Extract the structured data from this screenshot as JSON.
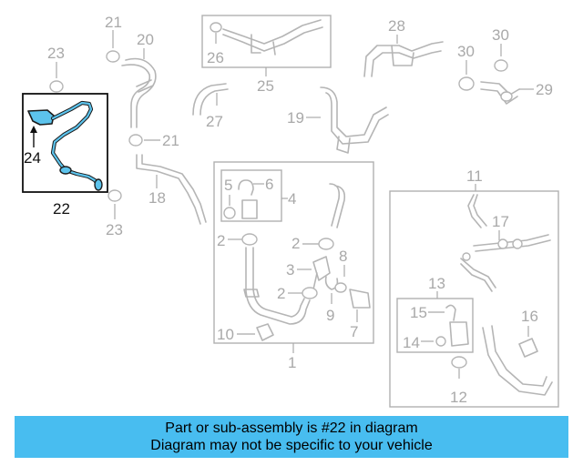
{
  "callouts": {
    "c1": "1",
    "c2a": "2",
    "c2b": "2",
    "c2c": "2",
    "c3": "3",
    "c4": "4",
    "c5": "5",
    "c6": "6",
    "c7": "7",
    "c8": "8",
    "c9": "9",
    "c10": "10",
    "c11": "11",
    "c12": "12",
    "c13": "13",
    "c14": "14",
    "c15": "15",
    "c16": "16",
    "c17": "17",
    "c18": "18",
    "c19": "19",
    "c20": "20",
    "c21a": "21",
    "c21b": "21",
    "c22": "22",
    "c23a": "23",
    "c23b": "23",
    "c24": "24",
    "c25": "25",
    "c26": "26",
    "c27": "27",
    "c28": "28",
    "c29": "29",
    "c30": "30"
  },
  "highlight": {
    "part_number": "22",
    "colors": {
      "accent": "#48bdf0",
      "pipe": "#5cc3ec"
    }
  },
  "banner": {
    "line1": "Part or sub-assembly is #22 in diagram",
    "line2": "Diagram may not be specific to your vehicle"
  }
}
